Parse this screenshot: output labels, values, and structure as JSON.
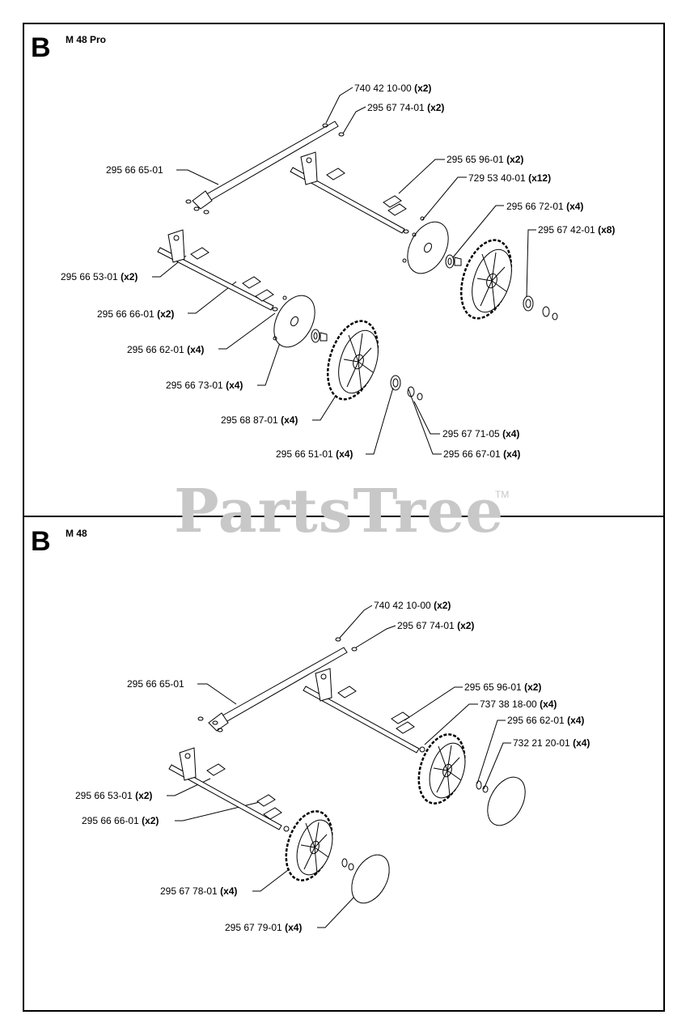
{
  "watermark": {
    "text": "PartsTree",
    "tm": "TM"
  },
  "sections": {
    "pro": {
      "letter": "B",
      "model": "M 48 Pro",
      "labels": [
        {
          "id": "740-42-10-00",
          "part": "740 42 10-00",
          "qty": "(x2)"
        },
        {
          "id": "295-67-74-01",
          "part": "295 67 74-01",
          "qty": "(x2)"
        },
        {
          "id": "295-66-65-01",
          "part": "295 66 65-01",
          "qty": ""
        },
        {
          "id": "295-65-96-01",
          "part": "295 65 96-01",
          "qty": "(x2)"
        },
        {
          "id": "729-53-40-01",
          "part": "729 53 40-01",
          "qty": "(x12)"
        },
        {
          "id": "295-66-72-01",
          "part": "295 66 72-01",
          "qty": "(x4)"
        },
        {
          "id": "295-67-42-01",
          "part": "295 67 42-01",
          "qty": "(x8)"
        },
        {
          "id": "295-66-53-01",
          "part": "295 66 53-01",
          "qty": "(x2)"
        },
        {
          "id": "295-66-66-01",
          "part": "295 66 66-01",
          "qty": "(x2)"
        },
        {
          "id": "295-66-62-01",
          "part": "295 66 62-01",
          "qty": "(x4)"
        },
        {
          "id": "295-66-73-01",
          "part": "295 66 73-01",
          "qty": "(x4)"
        },
        {
          "id": "295-68-87-01",
          "part": "295 68 87-01",
          "qty": "(x4)"
        },
        {
          "id": "295-67-71-05",
          "part": "295 67 71-05",
          "qty": "(x4)"
        },
        {
          "id": "295-66-51-01",
          "part": "295 66 51-01",
          "qty": "(x4)"
        },
        {
          "id": "295-66-67-01",
          "part": "295 66 67-01",
          "qty": "(x4)"
        }
      ]
    },
    "std": {
      "letter": "B",
      "model": "M 48",
      "labels": [
        {
          "id": "740-42-10-00",
          "part": "740 42 10-00",
          "qty": "(x2)"
        },
        {
          "id": "295-67-74-01",
          "part": "295 67 74-01",
          "qty": "(x2)"
        },
        {
          "id": "295-66-65-01",
          "part": "295 66 65-01",
          "qty": ""
        },
        {
          "id": "295-65-96-01",
          "part": "295 65 96-01",
          "qty": "(x2)"
        },
        {
          "id": "737-38-18-00",
          "part": "737 38 18-00",
          "qty": "(x4)"
        },
        {
          "id": "295-66-62-01",
          "part": "295 66 62-01",
          "qty": "(x4)"
        },
        {
          "id": "732-21-20-01",
          "part": "732 21 20-01",
          "qty": "(x4)"
        },
        {
          "id": "295-66-53-01",
          "part": "295 66 53-01",
          "qty": "(x2)"
        },
        {
          "id": "295-66-66-01",
          "part": "295 66 66-01",
          "qty": "(x2)"
        },
        {
          "id": "295-67-78-01",
          "part": "295 67 78-01",
          "qty": "(x4)"
        },
        {
          "id": "295-67-79-01",
          "part": "295 67 79-01",
          "qty": "(x4)"
        }
      ]
    }
  }
}
